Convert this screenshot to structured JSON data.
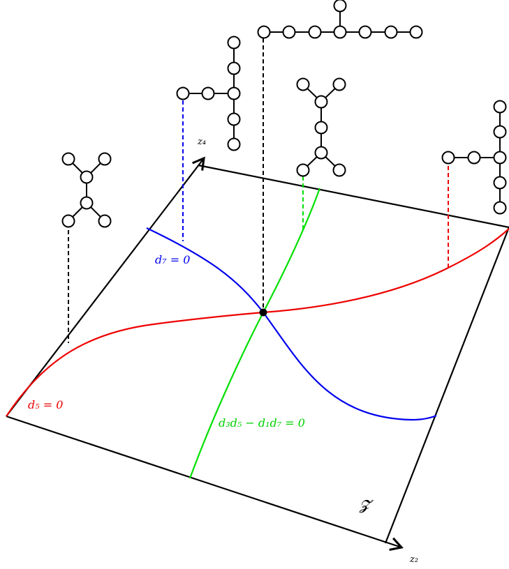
{
  "labels": {
    "axis_z4": "z₄",
    "axis_z2": "z₂",
    "curve_d7": "d₇ = 0",
    "curve_d5": "d₅ = 0",
    "curve_mixed": "d₃d₅ − d₁d₇ = 0",
    "region": "𝓩"
  },
  "colors": {
    "frame": "#000000",
    "d7_curve": "#0000ee",
    "d5_curve": "#ee0000",
    "mixed_curve": "#00e000",
    "node_fill": "#ffffff",
    "intersection_point": "#000000"
  },
  "diagrams": [
    {
      "name": "x-shaped-tree",
      "connector_color": "black"
    },
    {
      "name": "t-shaped-tree-blue",
      "connector_color": "blue"
    },
    {
      "name": "long-chain-tree",
      "connector_color": "black"
    },
    {
      "name": "y-shaped-tree-green",
      "connector_color": "green"
    },
    {
      "name": "t-shaped-tree-red",
      "connector_color": "red"
    }
  ]
}
